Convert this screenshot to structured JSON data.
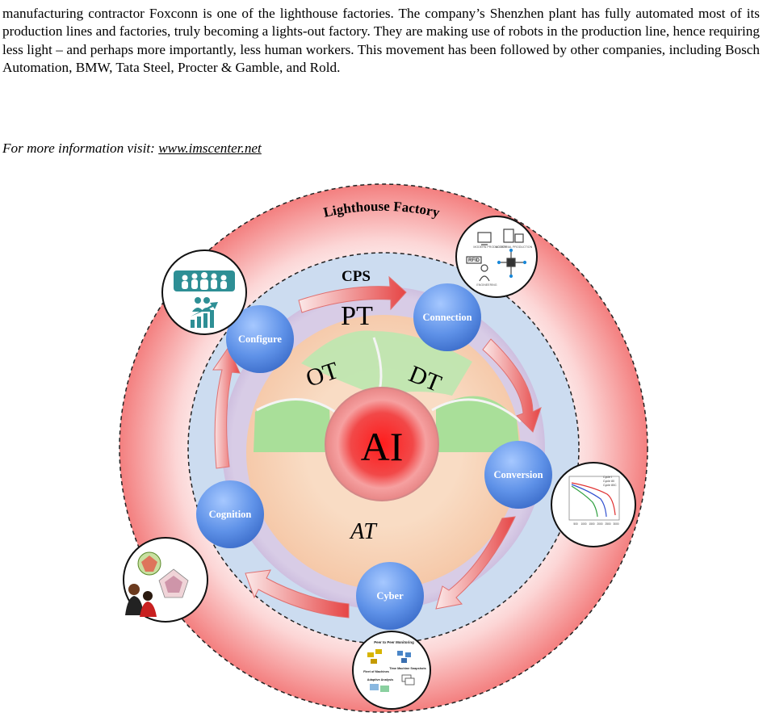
{
  "paragraph": "manufacturing contractor Foxconn is one of the lighthouse factories. The company’s Shenzhen plant has fully automated most of its production lines and factories, truly becoming a lights-out factory. They are making use of robots in the production line, hence requiring less light – and perhaps more importantly, less human workers. This movement has been followed by other companies, including Bosch Automation, BMW, Tata Steel, Procter & Gamble, and Rold.",
  "info": {
    "prefix": "For more information visit: ",
    "link": "www.imscenter.net"
  },
  "diagram": {
    "outer_label": "Lighthouse Factory",
    "ring_label": "CPS",
    "sectors": {
      "pt": "PT",
      "ot": "OT",
      "dt": "DT",
      "at": "AT"
    },
    "center": "AI",
    "nodes": {
      "configure": "Configure",
      "connection": "Connection",
      "conversion": "Conversion",
      "cyber": "Cyber",
      "cognition": "Cognition"
    },
    "connection_thumb": {
      "modern": "MODERN PRODUCTION",
      "industrial": "INDUSTRIAL PRODUCTION",
      "rfid": "RFID",
      "engineering": "ENGINEERING"
    },
    "conversion_thumb": {
      "legend": [
        "Cycle I",
        "Cycle 80",
        "Cycle 80C"
      ],
      "x_ticks": [
        "500",
        "1000",
        "1500",
        "2000",
        "2500",
        "3000"
      ]
    },
    "cyber_thumb": {
      "title": "Peer to Peer Monitoring",
      "fleet": "Fleet of Machines",
      "snapshots": "Time Machine Snapshots",
      "adaptive": "Adaptive Analysis"
    }
  }
}
